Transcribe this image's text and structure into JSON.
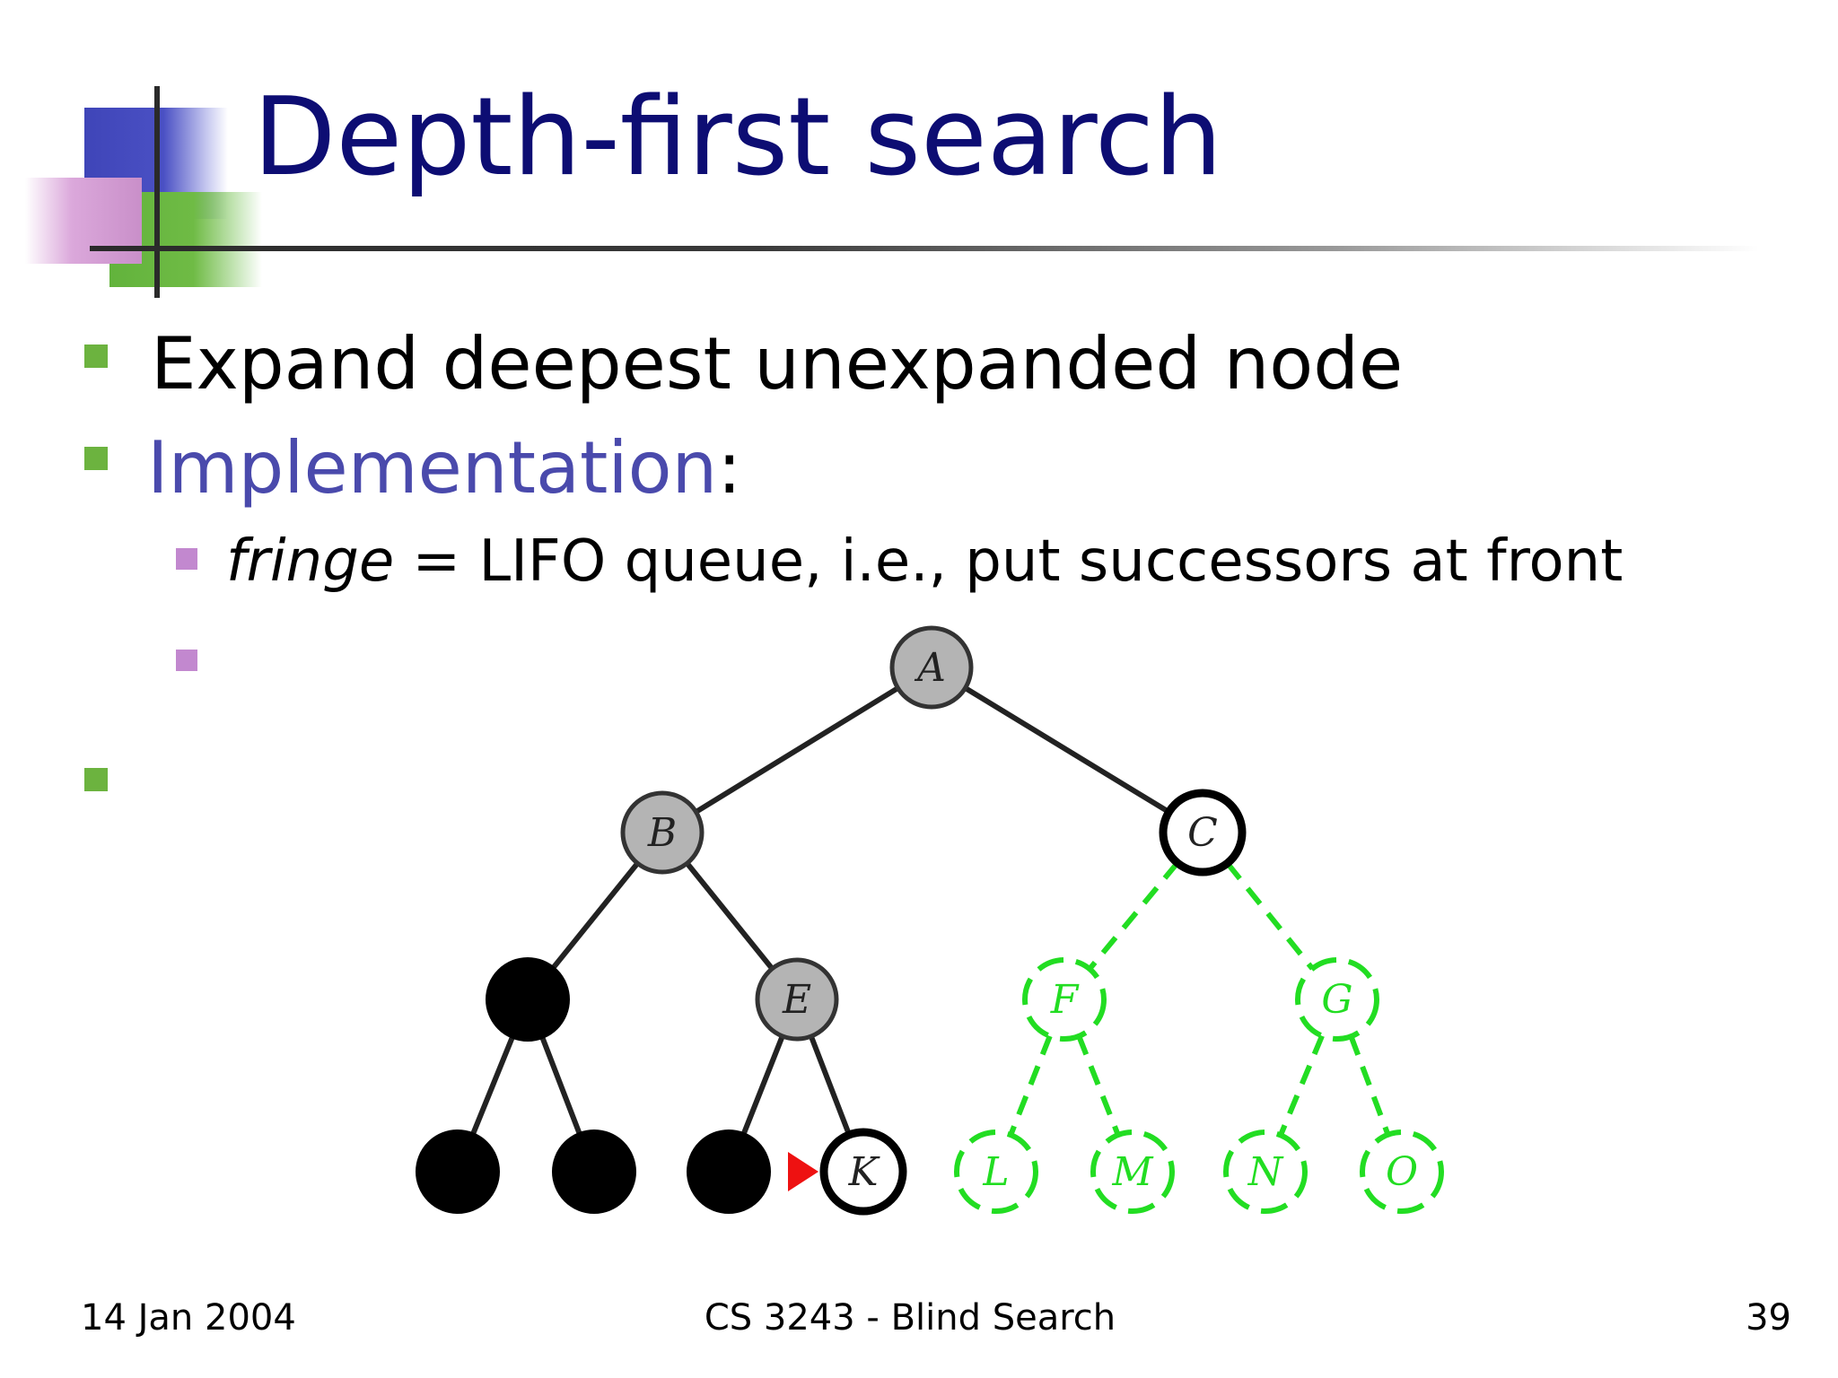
{
  "slide": {
    "title": "Depth-first search",
    "bullets": [
      {
        "text": "Expand deepest unexpanded node"
      },
      {
        "highlight": "Implementation",
        "suffix": ":"
      }
    ],
    "sub_bullet": {
      "italic": "fringe",
      "rest": " = LIFO queue, i.e., put successors at front"
    },
    "tree": {
      "nodes": [
        {
          "label": "A",
          "state": "expanded"
        },
        {
          "label": "B",
          "state": "expanded"
        },
        {
          "label": "C",
          "state": "fringe"
        },
        {
          "label": "",
          "state": "removed"
        },
        {
          "label": "E",
          "state": "expanded"
        },
        {
          "label": "F",
          "state": "unexplored"
        },
        {
          "label": "G",
          "state": "unexplored"
        },
        {
          "label": "",
          "state": "removed"
        },
        {
          "label": "",
          "state": "removed"
        },
        {
          "label": "",
          "state": "removed"
        },
        {
          "label": "K",
          "state": "fringe"
        },
        {
          "label": "L",
          "state": "unexplored"
        },
        {
          "label": "M",
          "state": "unexplored"
        },
        {
          "label": "N",
          "state": "unexplored"
        },
        {
          "label": "O",
          "state": "unexplored"
        }
      ],
      "colors": {
        "expanded": "#b4b4b4",
        "removed": "#000000",
        "fringe": "#ffffff",
        "unexplored": "#22dd22",
        "pointer": "#ee1111",
        "edge": "#222222"
      }
    },
    "footer": {
      "date": "14 Jan 2004",
      "course": "CS 3243 - Blind Search",
      "page": "39"
    }
  }
}
